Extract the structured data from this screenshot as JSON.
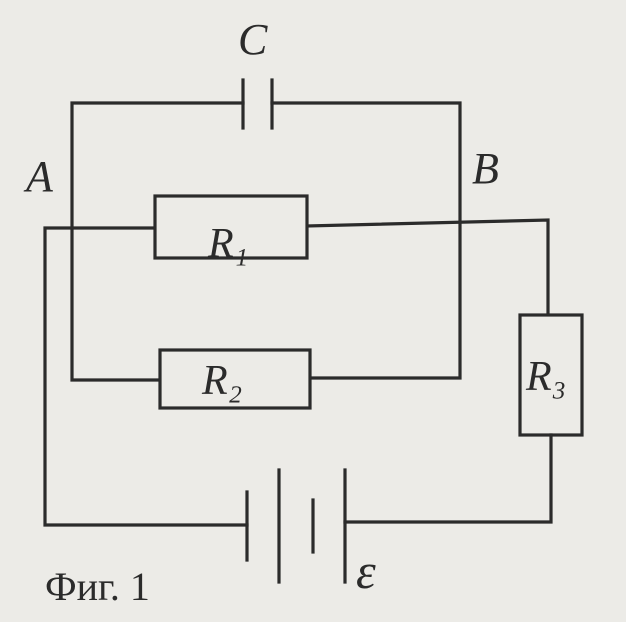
{
  "labels": {
    "capacitor": "C",
    "node_a": "A",
    "node_b": "B",
    "r1": "R₁",
    "r2": "R₂",
    "r3": "R₃",
    "emf": "ε"
  },
  "caption": "Фиг. 1"
}
